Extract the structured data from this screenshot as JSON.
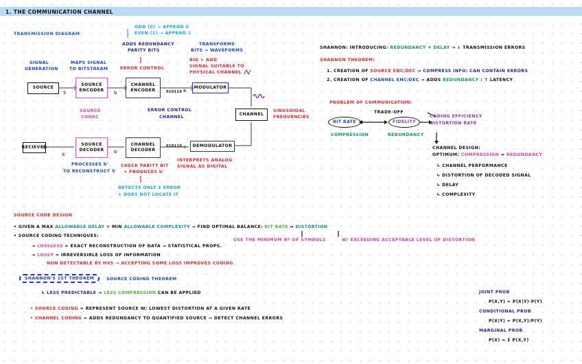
{
  "header": {
    "title": "1. THE COMMUNICATION CHANNEL"
  },
  "diagram": {
    "heading": "TRANSMISSION DIAGRAM",
    "parity_notes": [
      "ODD (0) → APPEND 0",
      "EVEN (1) → APPEND 1"
    ],
    "adds_redundancy": [
      "ADDS REDUNDANCY",
      "PARITY BITS"
    ],
    "error_control": "ERROR CONTROL",
    "transforms": [
      "TRANSFORMS",
      "BITS → WAVEFORMS"
    ],
    "signal_suitable": [
      "BIG ↳ AND",
      "SIGNAL SUITABLE TO",
      "PHYSICAL CHANNEL"
    ],
    "signal_generation": [
      "SIGNAL",
      "GENERATION"
    ],
    "maps_signal": [
      "MAPS SIGNAL",
      "TO BITSTREAM"
    ],
    "source_box": "SOURCE",
    "source_encoder_box": "SOURCE ENCODER",
    "channel_encoder_box": "CHANNEL ENCODER",
    "modulator_box": "MODULATOR",
    "channel_box": "CHANNEL",
    "demodulator_box": "DEMODULATOR",
    "channel_decoder_box": "CHANNEL DECODER",
    "source_decoder_box": "SOURCE DECODER",
    "receiver_box": "RECIEVER",
    "s_label": "S",
    "b_label": "b",
    "s_prime": "S'",
    "b_prime": "b'",
    "bits_top": "010110",
    "bits_bottom": "010110",
    "source_codec": [
      "SOURCE",
      "CODEC"
    ],
    "error_control_channel": [
      "ERROR CONTROL",
      "CHANNEL"
    ],
    "sinusoidal": [
      "SINUSOIDAL",
      "FREQUENCIES"
    ],
    "processes": [
      "PROCESSES b'",
      "TO RECONSTRUCT S'"
    ],
    "check_parity": [
      "CHECK PARITY BIT",
      "+ PRODUCES b'"
    ],
    "interprets": [
      "INTERPRETS ANALOG",
      "SIGNAL AS DIGITAL"
    ],
    "detects": [
      "DETECTS ONLY 1 ERROR",
      "+ DOES NOT LOCATE IT"
    ]
  },
  "shannon": {
    "intro_prefix": "SHANNON: INTRODUCING:",
    "intro_redundancy": "REDUNDANCY",
    "intro_plus": "+",
    "intro_delay": "DELAY",
    "intro_suffix": "→ ↓ TRANSMISSION ERRORS",
    "theorem_heading": "SHANNON THEOREM:",
    "item1_prefix": "1. CREATION OF",
    "item1_source": "SOURCE ENC/DEC",
    "item1_arrow": "→",
    "item1_compress": "COMPRESS INFO: CAN CONTAIN ERRORS",
    "item2_prefix": "2. CREATION OF",
    "item2_channel": "CHANNEL ENC/DEC",
    "item2_mid": "→ ADDS",
    "item2_redundancy": "REDUNDANCY",
    "item2_suffix": ": ↑ LATENCY"
  },
  "problem": {
    "heading": "PROBLEM OF COMMUNICATION:",
    "tradeoff": "TRADE-OFF",
    "bit_rate": "BIT RATE",
    "fidelity": "FIDELITY",
    "compression": "COMPRESSION",
    "redundancy": "REDUNDANCY",
    "coding_efficiency": [
      "CODING EFFICIENCY",
      "DISTORTION RATE"
    ],
    "channel_design": "CHANNEL DESIGN:",
    "optimum_prefix": "OPTIMUM:",
    "optimum_compression": "COMPRESSION",
    "optimum_arrow": "↔",
    "optimum_redundancy": "REDUNDANCY",
    "items": [
      "↳ CHANNEL PERFORMANCE",
      "↳ DISTORTION OF DECODED SIGNAL",
      "↳ DELAY",
      "↳ COMPLEXITY"
    ]
  },
  "source_code_design": {
    "heading": "SOURCE CODE DESIGN",
    "line1_prefix": "• GIVEN A MAX",
    "line1_delay": "ALLOWABLE DELAY",
    "line1_mid": "+ MIN",
    "line1_complexity": "ALLOWABLE COMPLEXITY",
    "line1_find": "→ FIND OPTIMAL BALANCE:",
    "line1_bitrate": "BIT RATE",
    "line1_arrow": "↔",
    "line1_distortion": "DISTORTION",
    "line2": "• SOURCE CODING TECHNIQUES:",
    "note_minimum": "USE THE MINIMUM Nº OF SYMBOLS",
    "note_exceeding": "W/ EXCEEDING ACCEPTABLE LEVEL OF DISTORTION",
    "lossless_arrow": "→",
    "lossless_word": "LOSSLESS",
    "lossless_text": "= EXACT RECONSTRUCTION OF DATA → STATISTICAL PROPS.",
    "lossy_arrow": "→",
    "lossy_word": "LOSSY",
    "lossy_text": "= IRREVERSIBLE LOSS OF INFORMATION",
    "lossy_note": "NON DETECTABLE BY HVS → ACCEPTING SOME LOSS IMPROVES CODING",
    "theorem_cloud": "SHANNON'S 1ST THEOREM",
    "theorem_label": "SOURCE CODING THEOREM",
    "theorem_arrow": "↳",
    "theorem_less_pred": "LESS PREDICTABLE",
    "theorem_arrow2": "→",
    "theorem_less_comp": "LESS COMPRESSION",
    "theorem_end": "CAN BE APPLIED",
    "source_coding_word": "• SOURCE CODING",
    "source_coding_text": "= REPRESENT SOURCE W/ LOWEST DISTORTION AT A GIVEN RATE",
    "channel_coding_word": "• CHANNEL CODING",
    "channel_coding_text": "= ADDS REDUNDANCY TO QUANTIFIED SOURCE → DETECT CHANNEL ERRORS"
  },
  "probability": {
    "joint_heading": "JOINT PROB",
    "joint_formula": "P(X,Y) = P(X|Y)·P(Y)",
    "cond_heading": "CONDITIONAL PROB",
    "cond_formula": "P(X|Y) = P(X,Y)/P(Y)",
    "marginal_heading": "MARGINAL PROB",
    "marginal_formula": "P(X) = Σ P(X,Y)"
  }
}
